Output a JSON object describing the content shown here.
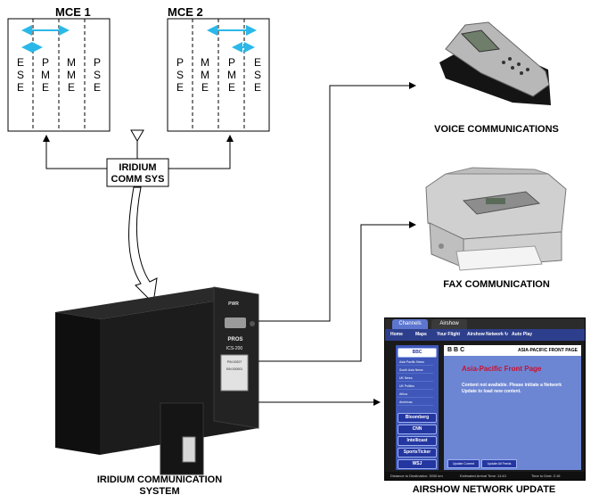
{
  "mce1": {
    "title": "MCE 1",
    "columns": [
      "E S E",
      "P M E",
      "M M E",
      "P S E"
    ]
  },
  "mce2": {
    "title": "MCE 2",
    "columns": [
      "P S E",
      "M M E",
      "P M E",
      "E S E"
    ]
  },
  "iridium_box": {
    "line1": "IRIDIUM",
    "line2": "COMM SYS"
  },
  "labels": {
    "voice": "VOICE COMMUNICATIONS",
    "fax": "FAX COMMUNICATION",
    "system_line1": "IRIDIUM COMMUNICATION",
    "system_line2": "SYSTEM",
    "airshow": "AIRSHOW NETWORK UPDATE"
  },
  "unit_faceplate": {
    "top": "PWR",
    "brand": "PROS",
    "model": "ICS-200",
    "pn": "P/N 00207",
    "sn": "S/N 000001"
  },
  "screen": {
    "tabs": [
      "Channels",
      "Airshow"
    ],
    "nav": [
      "Home",
      "Maps",
      "Your Flight",
      "Airshow Network",
      "Auto Play"
    ],
    "side_top": "BBC",
    "side_items": [
      "Asia Pacific News",
      "South Asia News",
      "UK News",
      "UK Politics",
      "Africa",
      "Americas"
    ],
    "side_buttons": [
      "Bloomberg",
      "CNN",
      "Intellicast",
      "SportsTicker",
      "WSJ"
    ],
    "logo": "BBC",
    "header": "ASIA-PACIFIC FRONT PAGE",
    "page_title": "Asia-Pacific Front Page",
    "message": "Content not available. Please initiate a Network Update to load new content.",
    "buttons": [
      "Update Current",
      "Update All Feeds"
    ],
    "footer": [
      "Distance to Destination: 3030 km",
      "Estimated Arrival Time: 11:43",
      "Time to Dest: 2:16"
    ]
  },
  "colors": {
    "arrow": "#2bb8e8",
    "screen_nav": "#2d3f8c",
    "screen_title": "#c8102e",
    "screen_panel": "#6d86d4"
  }
}
